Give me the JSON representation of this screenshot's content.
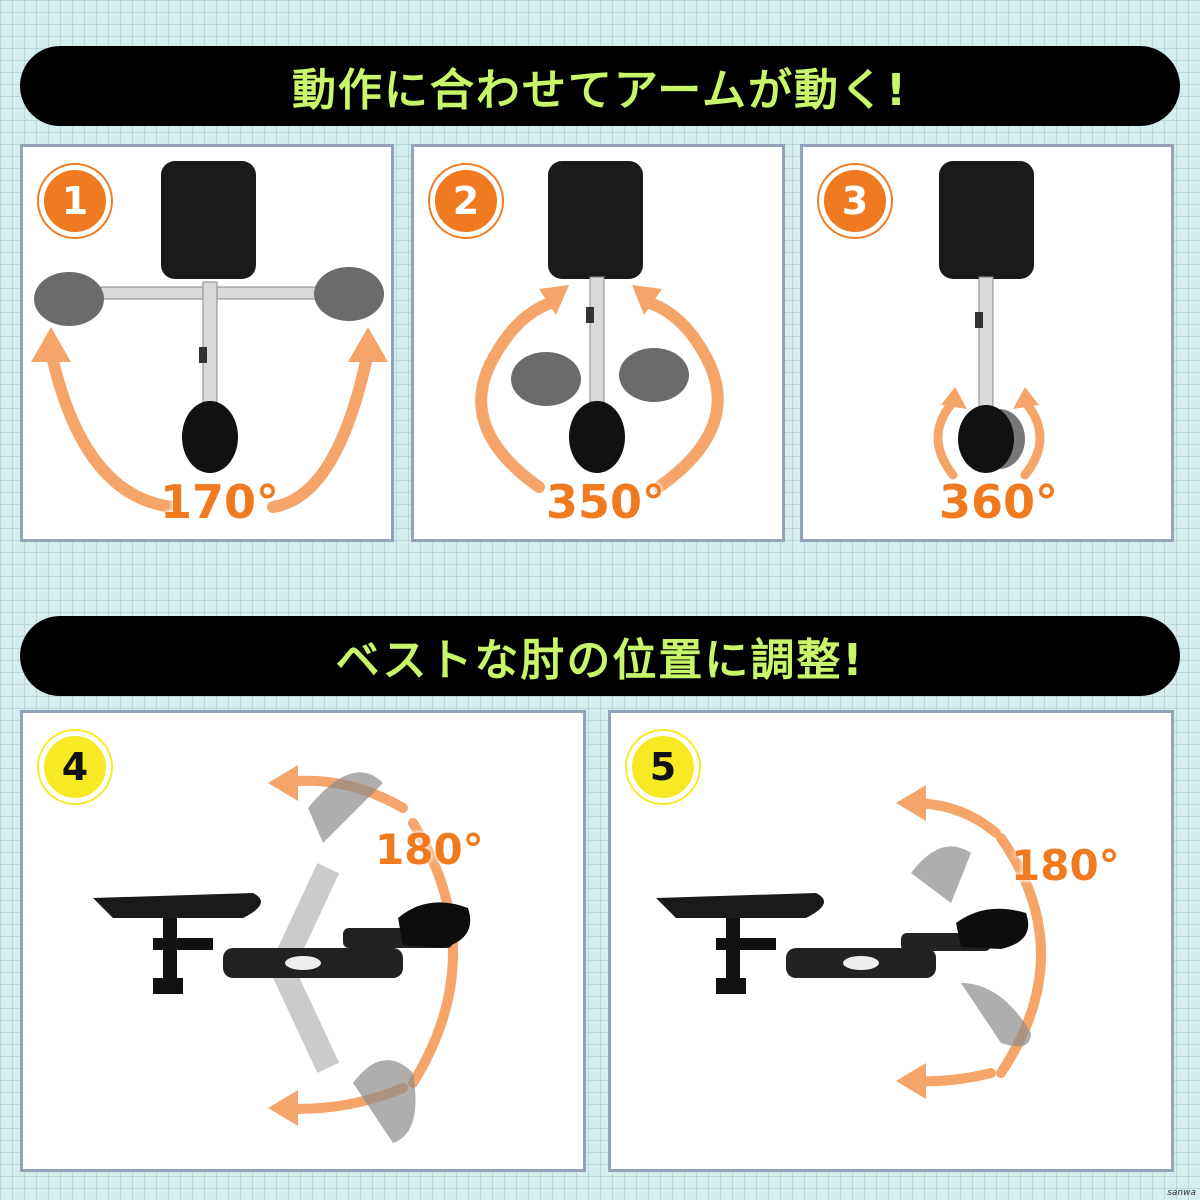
{
  "banners": {
    "top": "動作に合わせてアームが動く!",
    "middle": "ベストな肘の位置に調整!"
  },
  "panels": [
    {
      "number": "1",
      "angle": "170°"
    },
    {
      "number": "2",
      "angle": "350°"
    },
    {
      "number": "3",
      "angle": "360°"
    },
    {
      "number": "4",
      "angle": "180°"
    },
    {
      "number": "5",
      "angle": "180°"
    }
  ],
  "brand": "sanwa",
  "colors": {
    "banner_bg": "#000000",
    "banner_text": "#c8f56a",
    "accent_orange": "#f07a1f",
    "accent_yellow": "#f7ea25",
    "panel_border": "#94a3b8"
  }
}
